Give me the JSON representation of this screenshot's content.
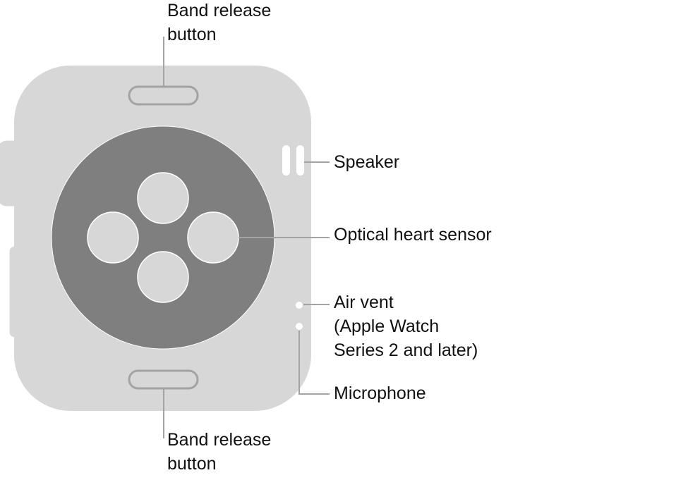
{
  "labels": {
    "band_release_top": [
      "Band release",
      "button"
    ],
    "speaker": "Speaker",
    "optical_heart_sensor": "Optical heart sensor",
    "air_vent": [
      "Air vent",
      "(Apple Watch",
      "Series 2 and later)"
    ],
    "microphone": "Microphone",
    "band_release_bottom": [
      "Band release",
      "button"
    ]
  },
  "colors": {
    "body": "#d7d7d7",
    "sensor": "#7f7f7f",
    "leader": "#a3a3a3"
  }
}
